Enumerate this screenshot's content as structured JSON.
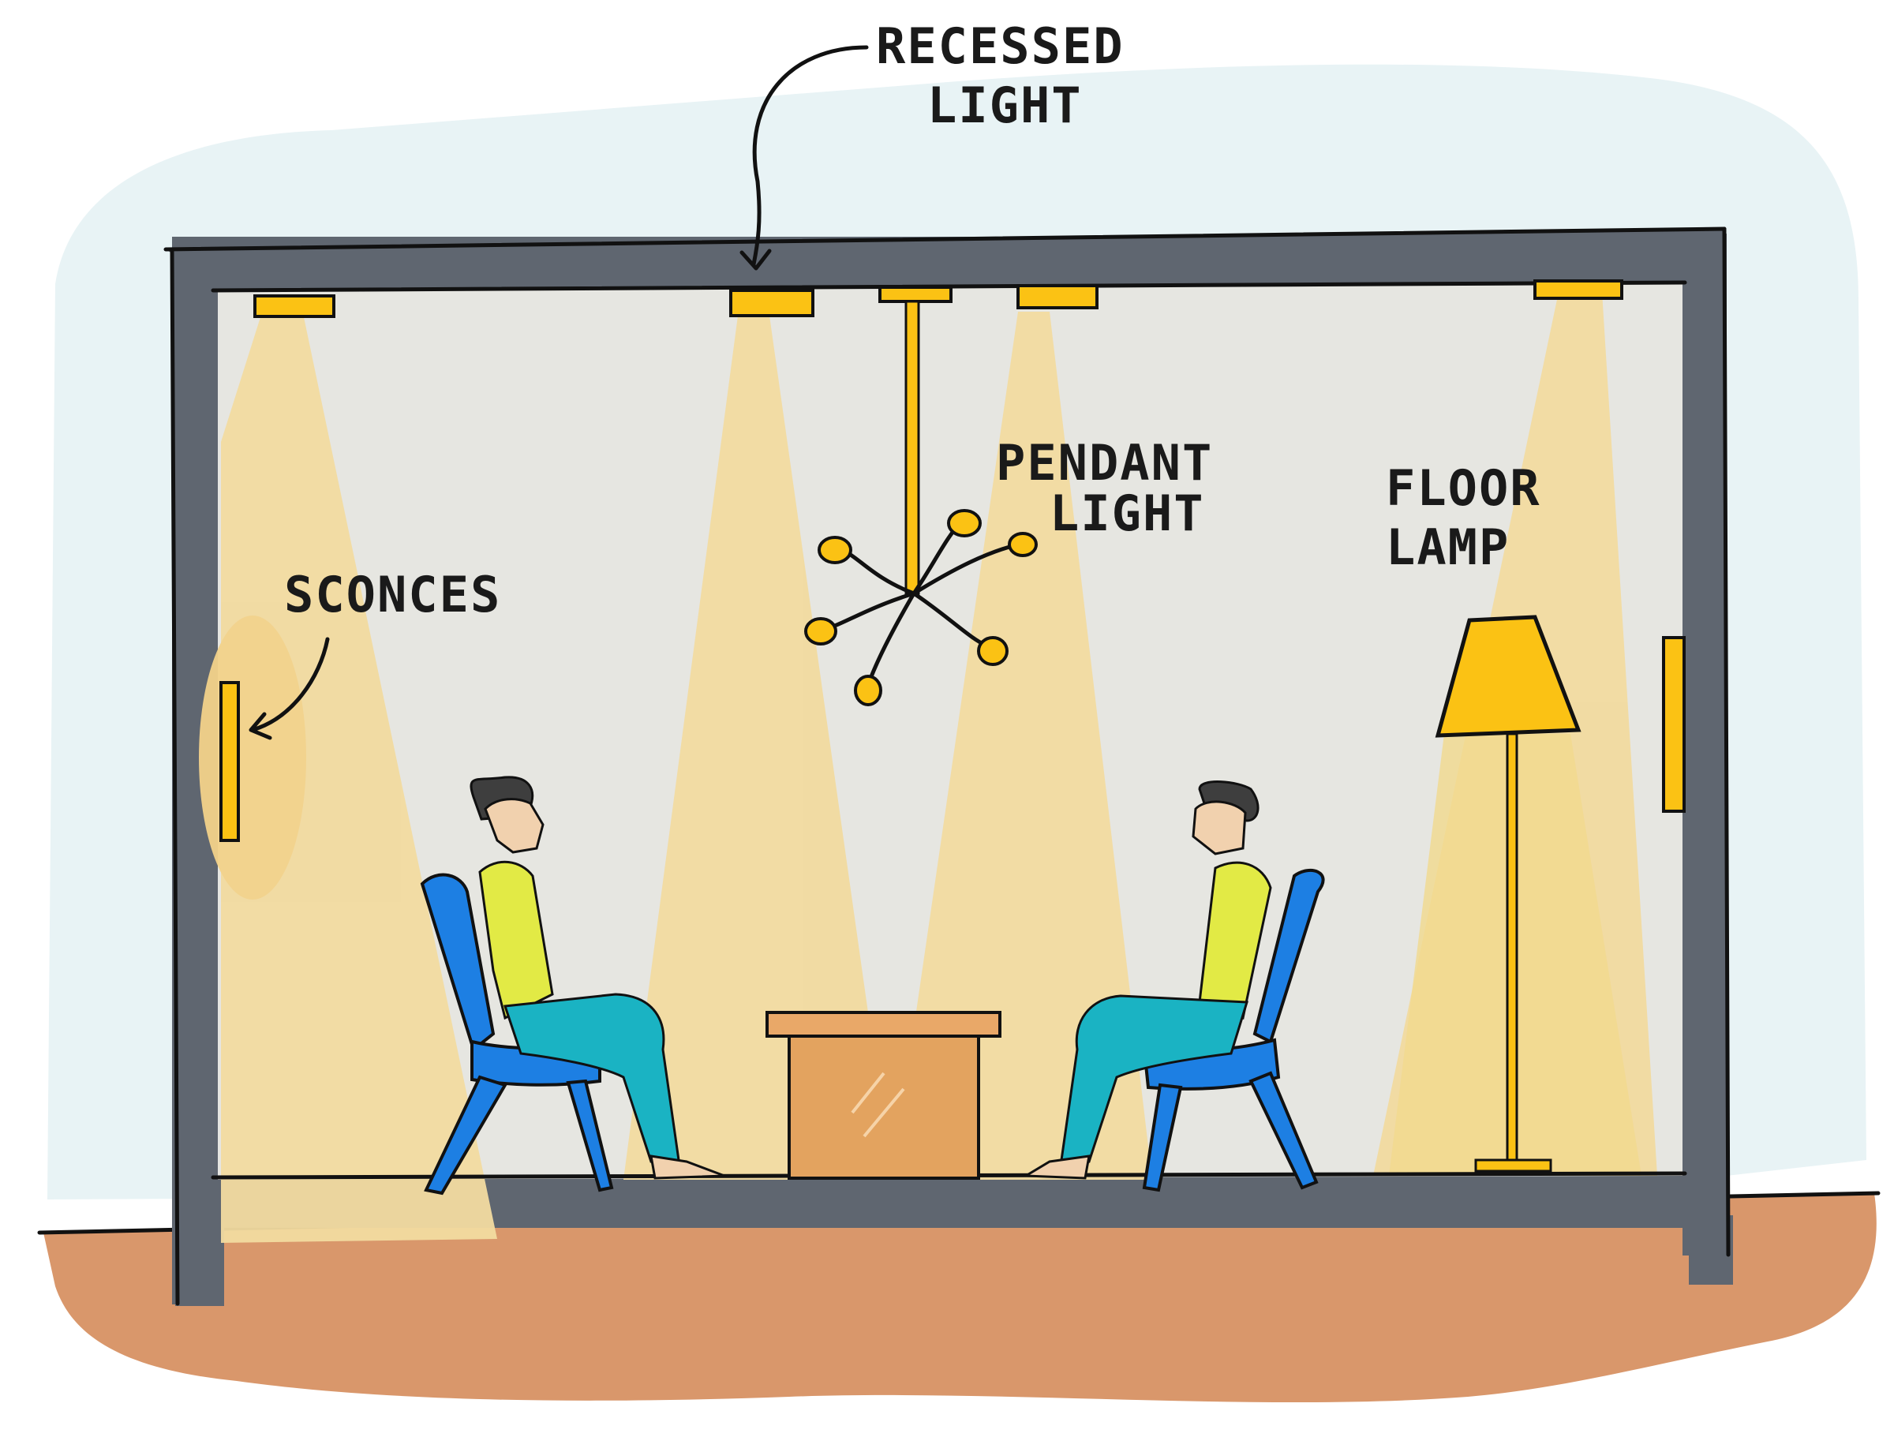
{
  "labels": {
    "recessed_line1": "RECESSED",
    "recessed_line2": "LIGHT",
    "pendant_line1": "PENDANT",
    "pendant_line2": "LIGHT",
    "floor_line1": "FLOOR",
    "floor_line2": "LAMP",
    "sconces": "SCONCES"
  },
  "colors": {
    "sky": "#e8f3f5",
    "wall_frame": "#5f6670",
    "room_interior": "#e6e6e1",
    "light_beam": "#f2dba0",
    "light_fixture": "#fbc214",
    "ground": "#d9976b",
    "table_top": "#e9a868",
    "table_body": "#e3a35f",
    "chair": "#1d7fe3",
    "shirt": "#e2ea45",
    "pants": "#1ab3c3",
    "skin": "#f1d1ae",
    "hair": "#3e3e3e"
  },
  "icons": {
    "recessed_light": "recessed-light-icon",
    "pendant_light": "pendant-light-icon",
    "floor_lamp": "floor-lamp-icon",
    "sconce": "sconce-icon",
    "person": "seated-person-icon",
    "chair": "chair-icon",
    "table": "table-icon"
  }
}
